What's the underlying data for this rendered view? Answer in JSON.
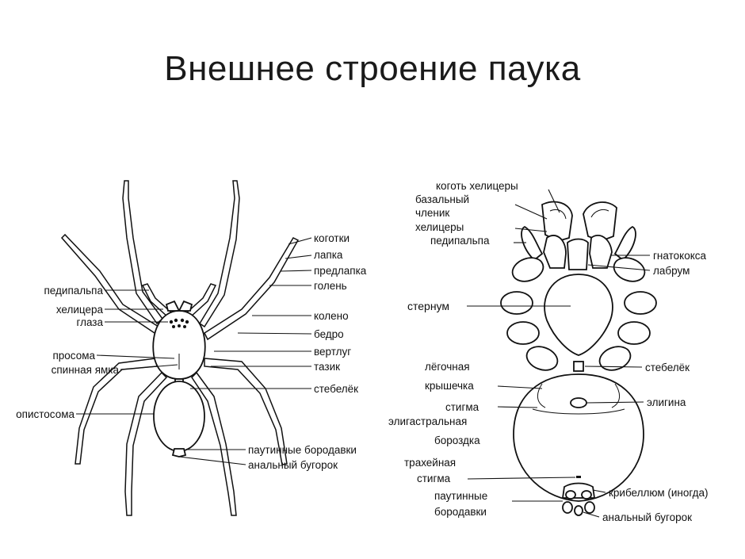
{
  "title": "Внешнее строение паука",
  "left_diagram": {
    "labels": {
      "claws": "коготки",
      "tarsus": "лапка",
      "metatarsus": "предлапка",
      "tibia": "голень",
      "patella": "колено",
      "femur": "бедро",
      "trochanter": "вертлуг",
      "coxa": "тазик",
      "pedicel": "стебелёк",
      "spinnerets": "паутинные бородавки",
      "anal_tubercle": "анальный бугорок",
      "pedipalp": "педипальпа",
      "chelicera": "хелицера",
      "eyes": "глаза",
      "prosoma": "просома",
      "dorsal_groove": "спинная ямка",
      "opisthosoma": "опистосома"
    }
  },
  "right_diagram": {
    "labels": {
      "chelicera_claw": "коготь хелицеры",
      "basal_1": "базальный",
      "basal_2": "членик",
      "basal_3": "хелицеры",
      "pedipalp": "педипальпа",
      "gnathocoxa": "гнатококса",
      "labrum": "лабрум",
      "sternum": "стернум",
      "pedicel": "стебелёк",
      "lung_1": "лёгочная",
      "lung_2": "крышечка",
      "stigma": "стигма",
      "epigyne": "элигина",
      "epigastric_1": "элигастральная",
      "epigastric_2": "бороздка",
      "tracheal_1": "трахейная",
      "tracheal_2": "стигма",
      "cribellum": "крибеллюм (иногда)",
      "spinnerets_1": "паутинные",
      "spinnerets_2": "бородавки",
      "anal_tubercle": "анальный бугорок"
    }
  }
}
